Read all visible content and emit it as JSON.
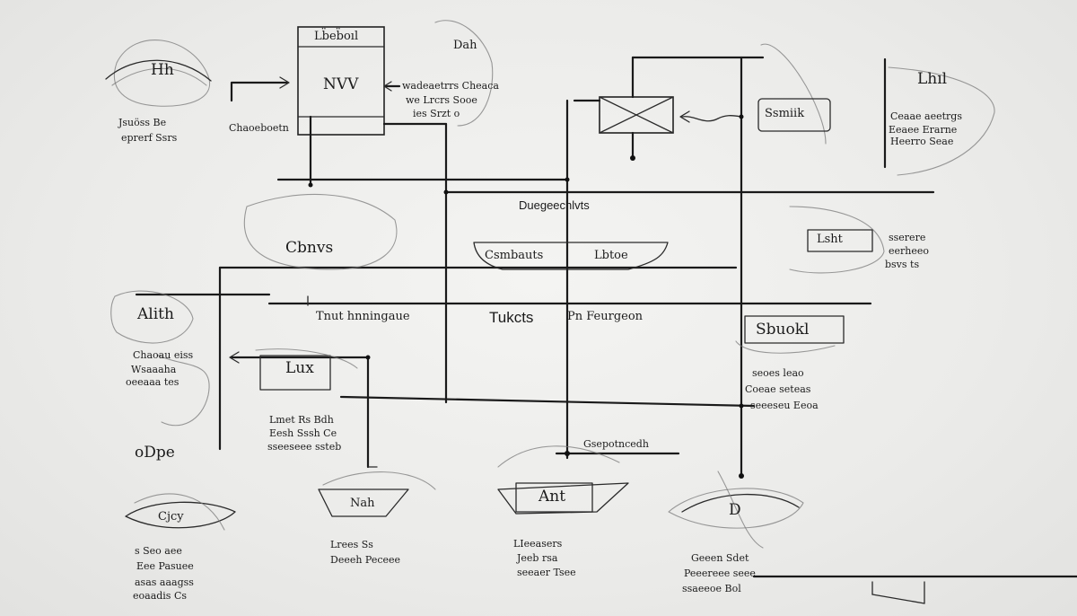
{
  "diagram": {
    "labels": {
      "top_box_title": "Lb̈eb̈oıl",
      "top_box_inner": "NVV",
      "dah": "Dah",
      "top_left_node": "Hh",
      "top_left_caption_1": "Jsuöss Be",
      "top_left_caption_2": "eprerf Ssrs",
      "left_mid_text": "Chaoeboetn",
      "top_box_note_1": "wadeaetrrs Cheaca",
      "top_box_note_2": "we Lrcrs Sooe",
      "top_box_note_3": "ies Srzt o",
      "cross_box_note": "",
      "right_box": "Ssmiik",
      "right_top_node": "Lhıl",
      "right_top_caption_1": "Ceaae aeetrgs",
      "right_top_caption_2": "Eeaee Erarne",
      "right_top_caption_3": "Heerro Seae",
      "center_heading": "Duegeechlvts",
      "center_bar_left": "Csmbauts",
      "center_bar_right": "Lbtoe",
      "center_node": "Cbnvs",
      "right_mid_box": "Lsht",
      "right_mid_caption_1": "sserere",
      "right_mid_caption_2": "eerheeo",
      "right_mid_caption_3": "bsvs ts",
      "left_node": "Alith",
      "left_caption_1": "Chaoau eiss",
      "left_caption_2": "Wsaaaha",
      "left_caption_3": "oeeaaa tes",
      "row_label_1": "Tnut hnningaue",
      "row_label_2": "Tukcts",
      "row_label_3": "Pn Feurgeon",
      "right_row_box": "Sbuokl",
      "right_row_caption_1": "seoes leao",
      "right_row_caption_2": "Coeae seteas",
      "right_row_caption_3": "seeeseu Eeoa",
      "mid_left_box": "Lux",
      "mid_left_caption_1": "Lmet Rs Bdh",
      "mid_left_caption_2": "Eesh Sssh Ce",
      "mid_left_caption_3": "sseeseee ssteb",
      "odpe": "oDpe",
      "bottom_center_label": "Gsepotncedh",
      "bottom_left_node": "Cjcy",
      "bottom_left_caption_1": "s Seo aee",
      "bottom_left_caption_2": "Eee Pasuee",
      "bottom_left_caption_3": "asas aaagss",
      "bottom_left_caption_4": "eoaadis Cs",
      "bottom_mid_node": "Nah",
      "bottom_mid_caption_1": "Lrees Ss",
      "bottom_mid_caption_2": "Deeeh Peceee",
      "bottom_center_node": "Ant",
      "bottom_center_caption_1": "LIeeasers",
      "bottom_center_caption_2": "Jeeb rsa",
      "bottom_center_caption_3": "seeaer Tsee",
      "bottom_right_node": "D",
      "bottom_right_caption_1": "Geeen Sdet",
      "bottom_right_caption_2": "Peeereee seee",
      "bottom_right_caption_3": "ssaeeoe Bol"
    },
    "colors": {
      "ink": "#1a1a1a",
      "sketch": "#7a7a7a",
      "paper": "#ececea"
    }
  }
}
